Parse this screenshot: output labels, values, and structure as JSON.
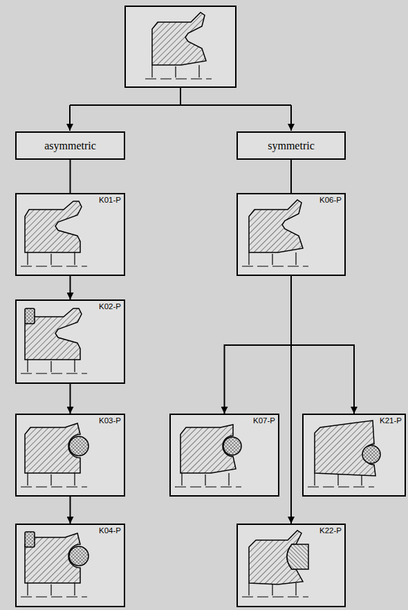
{
  "diagram": {
    "nodes": [
      {
        "text": [
          "asymmetric"
        ]
      },
      {
        "text": [
          "symmetric"
        ]
      },
      {
        "text": [
          "K01-P"
        ]
      },
      {
        "text": [
          "K06-P"
        ]
      },
      {
        "text": [
          "K02-P"
        ]
      },
      {
        "text": [
          "K03-P"
        ]
      },
      {
        "text": [
          "K07-P"
        ]
      },
      {
        "text": [
          "K21-P"
        ]
      },
      {
        "text": [
          "K04-P"
        ]
      },
      {
        "text": [
          "K22-P"
        ]
      }
    ],
    "edges": [
      {
        "from": 0,
        "to": 2,
        "arrow": "none"
      },
      {
        "from": 2,
        "to": 4,
        "arrow": "to"
      },
      {
        "from": 4,
        "to": 5,
        "arrow": "to"
      },
      {
        "from": 5,
        "to": 8,
        "arrow": "to"
      },
      {
        "from": 1,
        "to": 3,
        "arrow": "none"
      },
      {
        "from": 3,
        "to": 6,
        "arrow": "to"
      },
      {
        "from": 3,
        "to": 7,
        "arrow": "to"
      },
      {
        "from": 3,
        "to": 9,
        "arrow": "to"
      }
    ]
  }
}
